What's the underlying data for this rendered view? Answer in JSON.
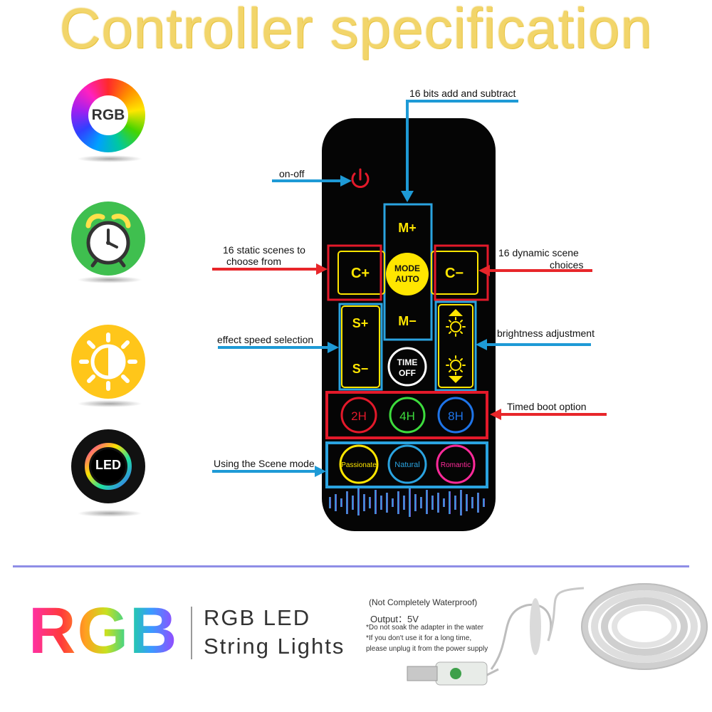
{
  "title": "Controller specification",
  "icons": {
    "rgb_text": "RGB",
    "led_text": "LED"
  },
  "remote": {
    "m_plus": "M+",
    "m_minus": "M−",
    "c_plus": "C+",
    "c_minus": "C−",
    "s_plus": "S+",
    "s_minus": "S−",
    "mode_top": "MODE",
    "mode_bottom": "AUTO",
    "time_top": "TIME",
    "time_bottom": "OFF",
    "timer_2h": "2H",
    "timer_4h": "4H",
    "timer_8h": "8H",
    "scene_passionate": "Passionate",
    "scene_natural": "Natural",
    "scene_romantic": "Romantic"
  },
  "labels": {
    "bits": "16 bits add and subtract",
    "onoff": "on-off",
    "static_1": "16 static scenes to",
    "static_2": "choose from",
    "dynamic_1": "16 dynamic scene",
    "dynamic_2": "choices",
    "speed": "effect speed selection",
    "brightness": "brightness adjustment",
    "timed": "Timed boot option",
    "scene": "Using the Scene mode"
  },
  "product": {
    "rgb": "RGB",
    "line1": "RGB LED",
    "line2": "String Lights",
    "waterproof": "(Not Completely Waterproof)",
    "output": "Output：5V",
    "note1": "*Do not soak the adapter in the water",
    "note2": "*If you don't use it for a long time,",
    "note3": "please unplug it from the power supply"
  },
  "colors": {
    "title": "#f2d56a",
    "arrow_blue": "#1e9ad6",
    "arrow_red": "#e8262a",
    "button_yellow": "#ffe600",
    "blue_box": "#2aa3e0",
    "red_box": "#e3192a"
  }
}
